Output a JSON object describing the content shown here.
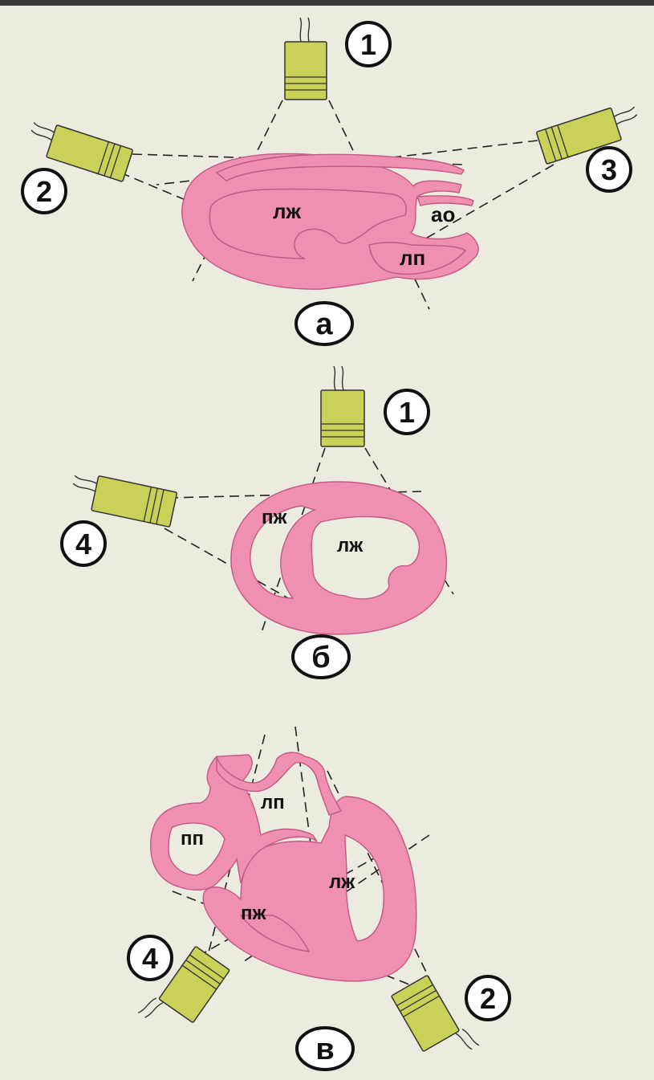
{
  "panels": {
    "a": {
      "letter": "а",
      "probes": [
        "1",
        "2",
        "3"
      ],
      "chambers": {
        "lv": "лж",
        "ao": "ао",
        "la": "лп"
      }
    },
    "b": {
      "letter": "б",
      "probes": [
        "1",
        "4"
      ],
      "chambers": {
        "rv": "пж",
        "lv": "лж"
      }
    },
    "c": {
      "letter": "в",
      "probes": [
        "4",
        "2"
      ],
      "chambers": {
        "la": "лп",
        "ra": "пп",
        "lv": "лж",
        "rv": "пж"
      }
    }
  },
  "colors": {
    "myocardium": "#ef8fb2",
    "probe": "#c9d158",
    "background": "#ecebe0"
  }
}
